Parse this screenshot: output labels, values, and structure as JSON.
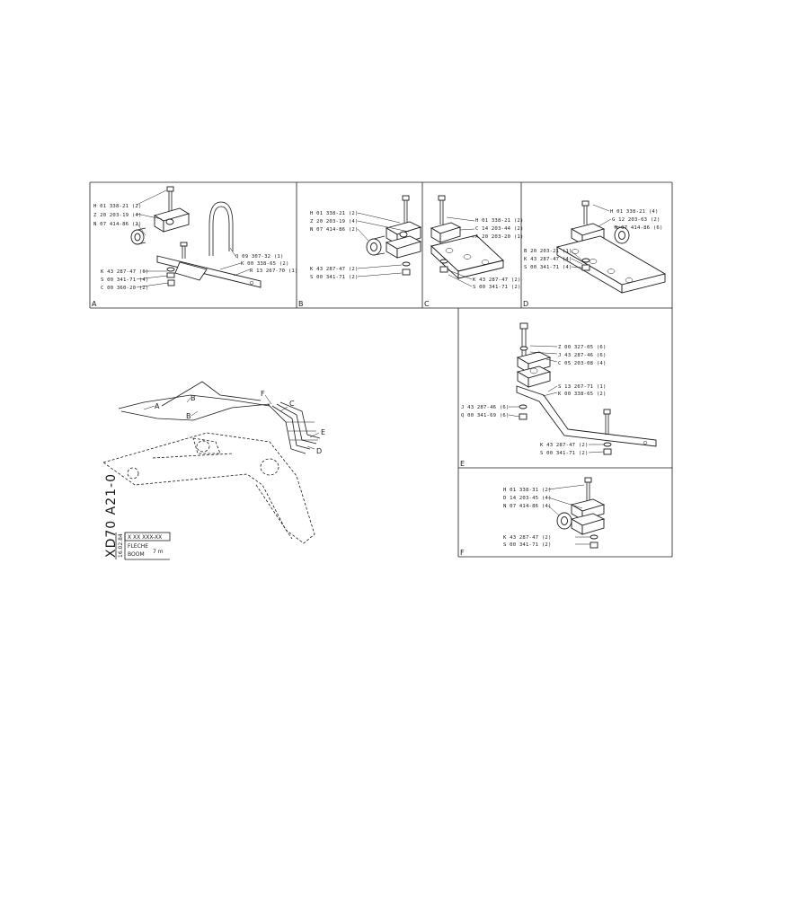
{
  "panels": {
    "A": {
      "letter": "A",
      "labels": [
        "H 01 338-21 (2)",
        "Z 20 203-19 (4)",
        "N 07 414-86 (2)",
        "Q 09 307-32 (1)",
        "K 00 338-65 (2)",
        "R 13 267-70 (1)",
        "K 43 287-47 (6)",
        "S 00 341-71 (4)",
        "C 00 360-20 (2)"
      ]
    },
    "B": {
      "letter": "B",
      "labels": [
        "H 01 338-21 (2)",
        "Z 20 203-19 (4)",
        "N 07 414-86 (2)",
        "K 43 287-47 (2)",
        "S 00 341-71 (2)"
      ]
    },
    "C": {
      "letter": "C",
      "labels": [
        "H 01 338-21 (2)",
        "C 14 203-44 (2)",
        "A 20 203-20 (1)",
        "K 43 287-47 (2)",
        "S 00 341-71 (2)"
      ]
    },
    "D": {
      "letter": "D",
      "labels": [
        "H 01 338-21 (4)",
        "G 12 203-63 (2)",
        "N 07 414-86 (6)",
        "B 20 203-21 (1)",
        "K 43 287-47 (4)",
        "S 00 341-71 (4)"
      ]
    },
    "E": {
      "letter": "E",
      "labels": [
        "Z 00 327-05 (6)",
        "J 43 287-46 (6)",
        "C 05 203-08 (4)",
        "S 13 267-71 (1)",
        "K 00 338-65 (2)",
        "J 43 287-46 (6)",
        "Q 00 341-69 (6)",
        "K 43 287-47 (2)",
        "S 00 341-71 (2)"
      ]
    },
    "F": {
      "letter": "F",
      "labels": [
        "H 01 338-31 (2)",
        "D 14 203-45 (4)",
        "N 07 414-86 (4)",
        "K 43 287-47 (2)",
        "S 00 341-71 (2)"
      ]
    }
  },
  "overview": {
    "callouts": [
      "A",
      "B",
      "B",
      "F",
      "C",
      "E",
      "D"
    ]
  },
  "title_block": {
    "drawing_number": "XD70 A21-0",
    "code": "X XX XXX-XX",
    "date": "16.02.84",
    "name_fr": "FLECHE",
    "name_en": "BOOM",
    "length": "7 m"
  }
}
